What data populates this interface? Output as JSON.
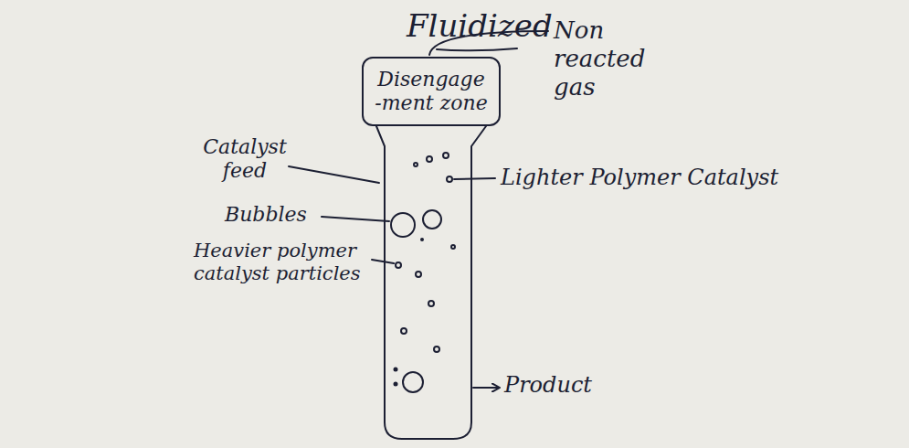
{
  "diagram": {
    "title": "Fluidized",
    "nodes": [
      {
        "text": [
          "Disengage -ment zone"
        ]
      }
    ],
    "labels": [
      "Non reacted gas",
      "Catalyst feed",
      "Bubbles",
      "Heavier polymer catalyst particles",
      "Lighter Polymer Catalyst",
      "Product"
    ]
  }
}
